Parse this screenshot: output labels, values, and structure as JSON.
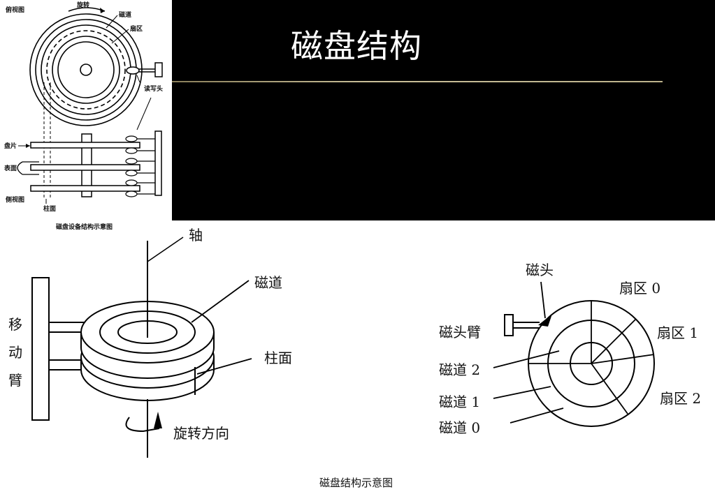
{
  "slide": {
    "title": "磁盘结构"
  },
  "top_diagram": {
    "top_view": "俯视图",
    "rotation": "旋转",
    "track": "磁道",
    "sector": "扇区",
    "rw_head": "读写头",
    "platter": "盘片",
    "surface": "表面",
    "side_view": "侧视图",
    "cylinder": "柱面",
    "caption": "磁盘设备结构示意图"
  },
  "left_diagram": {
    "axis": "轴",
    "track": "磁道",
    "cylinder": "柱面",
    "arm_1": "移",
    "arm_2": "动",
    "arm_3": "臂",
    "direction": "旋转方向"
  },
  "right_diagram": {
    "head": "磁头",
    "head_arm": "磁头臂",
    "sector_0": "扇区 0",
    "sector_1": "扇区 1",
    "sector_2": "扇区 2",
    "track_2": "磁道 2",
    "track_1": "磁道 1",
    "track_0": "磁道 0"
  },
  "figure_caption": "磁盘结构示意图"
}
